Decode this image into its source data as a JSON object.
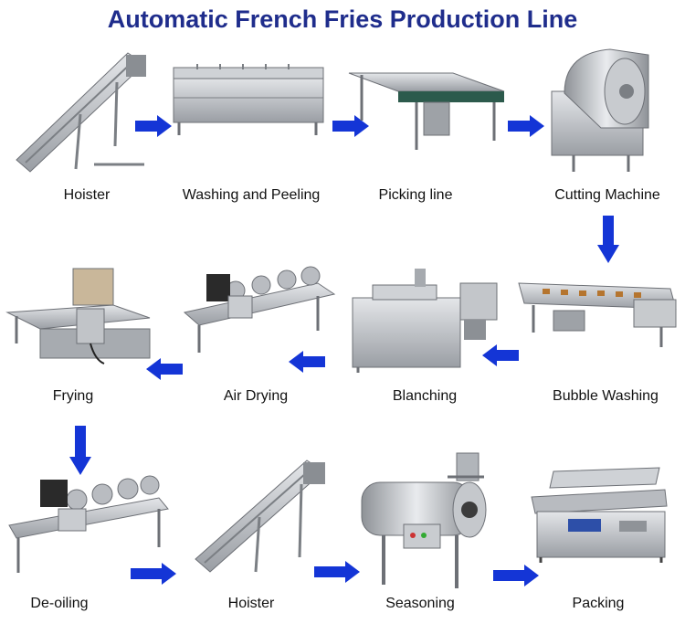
{
  "title": "Automatic French Fries Production Line",
  "colors": {
    "title": "#1f2d8c",
    "arrow": "#1435d6",
    "steel": "#b9bcc1"
  },
  "steps": [
    {
      "label": "Hoister"
    },
    {
      "label": "Washing and Peeling"
    },
    {
      "label": "Picking line"
    },
    {
      "label": "Cutting Machine"
    },
    {
      "label": "Bubble Washing"
    },
    {
      "label": "Blanching"
    },
    {
      "label": "Air Drying"
    },
    {
      "label": "Frying"
    },
    {
      "label": "De-oiling"
    },
    {
      "label": "Hoister"
    },
    {
      "label": "Seasoning"
    },
    {
      "label": "Packing"
    }
  ]
}
